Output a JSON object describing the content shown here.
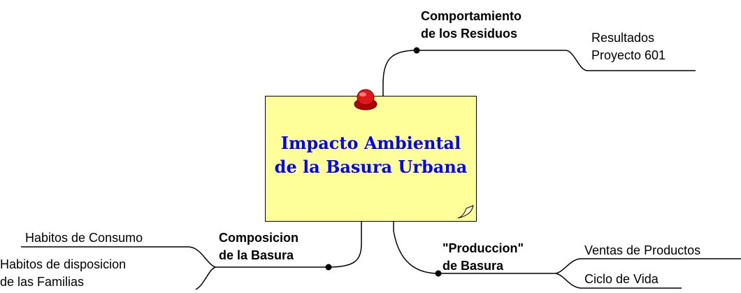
{
  "central": {
    "line1": "Impacto Ambiental",
    "line2": "de la Basura Urbana"
  },
  "branches": {
    "comportamiento": {
      "line1": "Comportamiento",
      "line2": "de los Residuos"
    },
    "composicion": {
      "line1": "Composicion",
      "line2": "de la Basura"
    },
    "produccion": {
      "line1": "\"Produccion\"",
      "line2": "de Basura"
    }
  },
  "leaves": {
    "resultados": {
      "line1": "Resultados",
      "line2": "Proyecto 601"
    },
    "habitos_consumo": "Habitos de Consumo",
    "habitos_disposicion": {
      "line1": "Habitos de disposicion",
      "line2": "de las Familias"
    },
    "ventas": "Ventas de Productos",
    "ciclo_vida": "Ciclo de Vida"
  },
  "colors": {
    "note": "#ffff99",
    "title": "#0000ff",
    "pin": "#e01818",
    "lines": "#000000"
  }
}
